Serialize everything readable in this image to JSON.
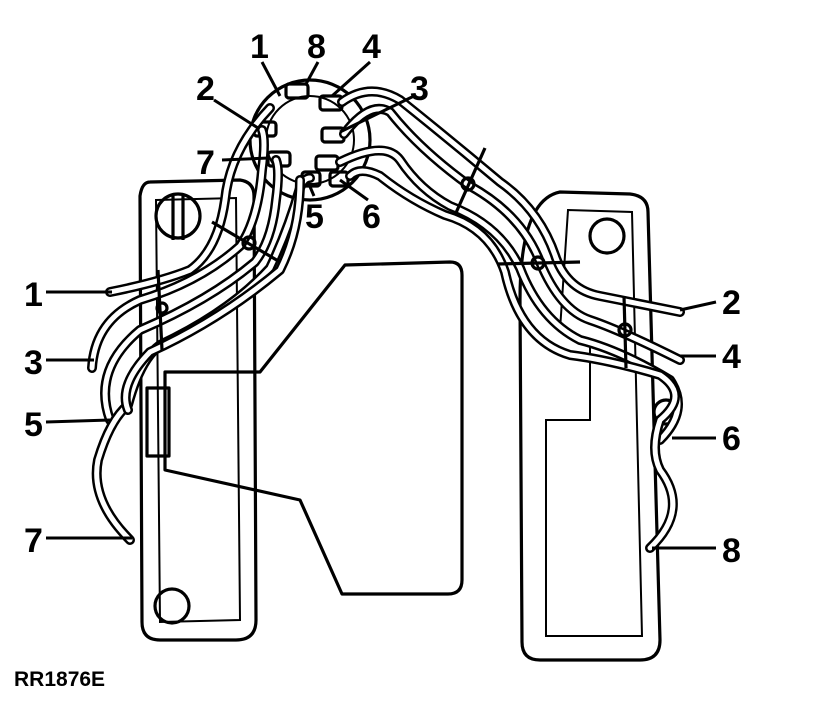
{
  "figure": {
    "reference": "RR1876E"
  },
  "distributor_labels": {
    "d1": "1",
    "d8": "8",
    "d4": "4",
    "d2": "2",
    "d3": "3",
    "d7": "7",
    "d5": "5",
    "d6": "6"
  },
  "left_bank_labels": {
    "l1": "1",
    "l3": "3",
    "l5": "5",
    "l7": "7"
  },
  "right_bank_labels": {
    "r2": "2",
    "r4": "4",
    "r6": "6",
    "r8": "8"
  },
  "colors": {
    "line": "#000000",
    "background": "#ffffff"
  }
}
